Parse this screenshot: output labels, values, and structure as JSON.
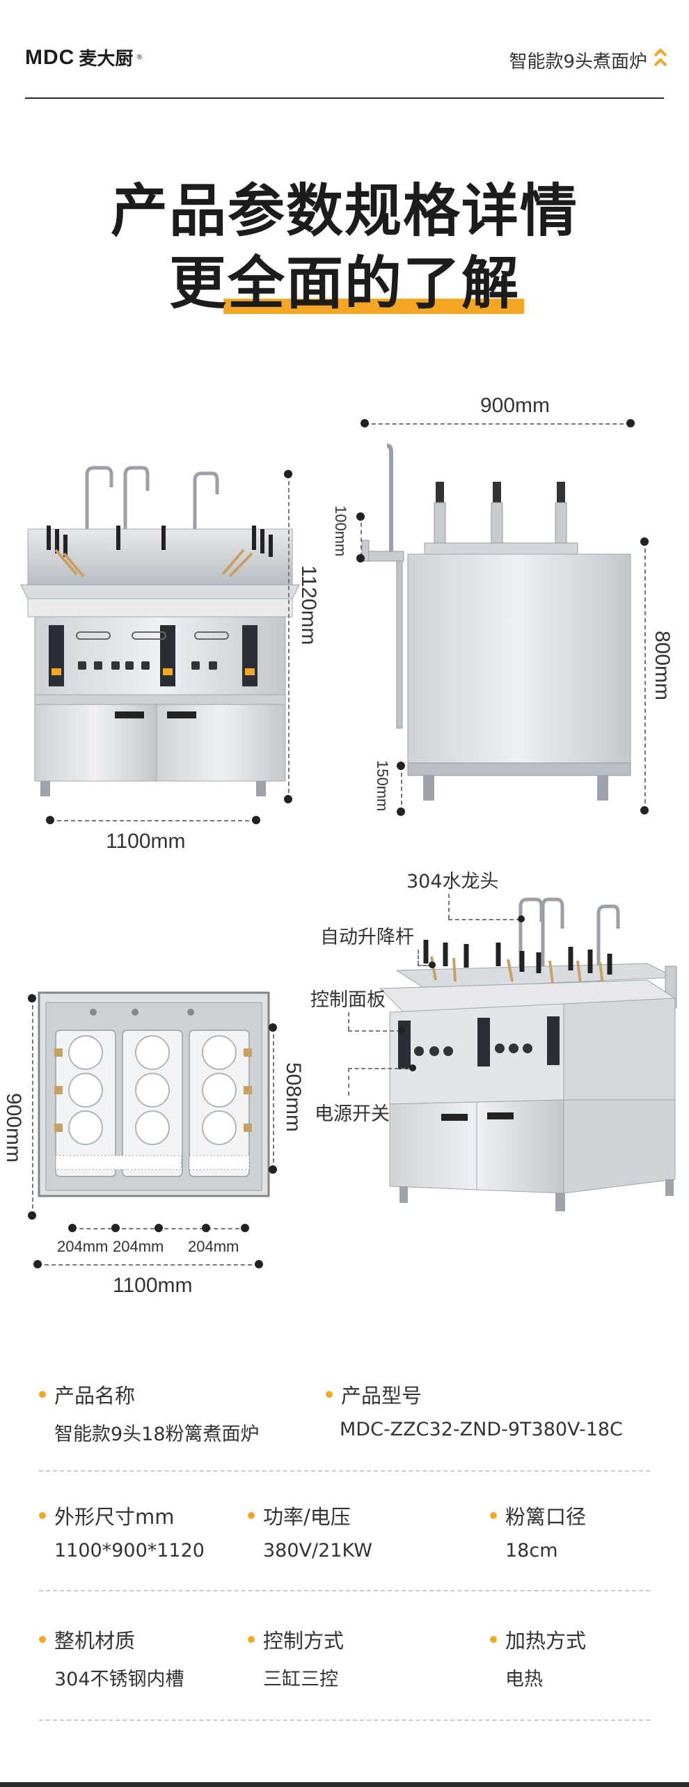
{
  "header": {
    "logo_latin": "MDC",
    "logo_cn": "麦大厨",
    "logo_mark": "®",
    "title": "智能款9头煮面炉"
  },
  "headline": {
    "line1": "产品参数规格详情",
    "line2_prefix": "更",
    "line2_highlight": "全面的了解"
  },
  "dimensions": {
    "front_height": "1120mm",
    "front_width": "1100mm",
    "side_depth": "900mm",
    "side_top": "100mm",
    "side_body": "800mm",
    "side_leg": "150mm",
    "top_depth": "900mm",
    "top_basin": "508mm",
    "top_seg1": "204mm",
    "top_seg2": "204mm",
    "top_seg3": "204mm",
    "top_width": "1100mm"
  },
  "callouts": {
    "faucet": "304水龙头",
    "lift": "自动升降杆",
    "panel": "控制面板",
    "power": "电源开关"
  },
  "specs": {
    "row1": [
      {
        "label": "产品名称",
        "value": "智能款9头18粉篱煮面炉"
      },
      {
        "label": "产品型号",
        "value": "MDC-ZZC32-ZND-9T380V-18C"
      }
    ],
    "row2": [
      {
        "label": "外形尺寸mm",
        "value": "1100*900*1120"
      },
      {
        "label": "功率/电压",
        "value": "380V/21KW"
      },
      {
        "label": "粉篱口径",
        "value": "18cm"
      }
    ],
    "row3": [
      {
        "label": "整机材质",
        "value": "304不锈钢内槽"
      },
      {
        "label": "控制方式",
        "value": "三缸三控"
      },
      {
        "label": "加热方式",
        "value": "电热"
      }
    ]
  },
  "colors": {
    "accent": "#f5a623",
    "steel": "#c9cdd2",
    "dark": "#1c1c1c"
  }
}
